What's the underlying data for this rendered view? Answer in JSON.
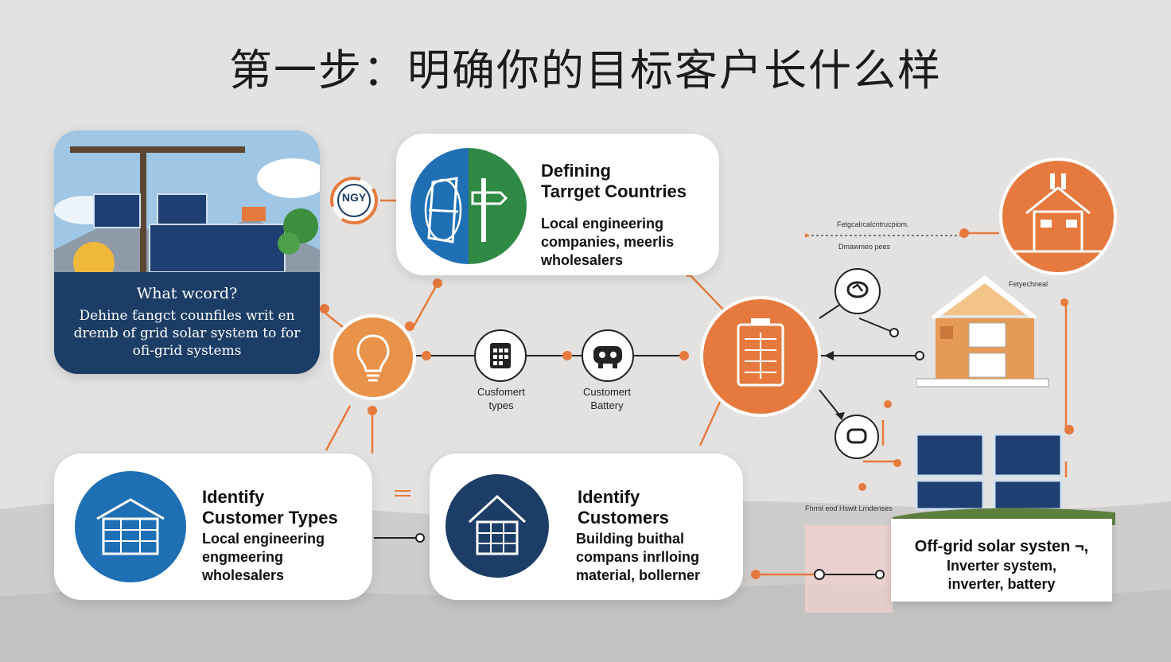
{
  "title": "第一步：明确你的目标客户长什么样",
  "photo_card": {
    "line1": "What wcord?",
    "line2": "Dehine ƭangct counfiles writ en",
    "line3": "dremb of grid solar system to for",
    "line4": "ofi-grid systems"
  },
  "badge": {
    "text": "NGY"
  },
  "card_countries": {
    "heading1": "Defining",
    "heading2": "Tarrget Countries",
    "body1": "Local engineering",
    "body2": "companies, meerlis",
    "body3": "wholesalers"
  },
  "card_customer_types": {
    "heading1": "Identify",
    "heading2": "Customer Types",
    "body1": "Local engineering",
    "body2": "engmeering",
    "body3": "wholesalers"
  },
  "card_customers": {
    "heading1": "Identify",
    "heading2": "Customers",
    "body1": "Building buithal",
    "body2": "compans inrlloing",
    "body3": "material, bollerner"
  },
  "node_labels": {
    "types_line1": "Cusfomert",
    "types_line2": "types",
    "battery_line1": "Cuѕtomert",
    "battery_line2": "Battery"
  },
  "tiny_labels": {
    "top": "Fetgcalrcalcntrucpiom.",
    "sub": "Dmawmeo pees",
    "house": "Fetyechneal",
    "panels": "Fhrml eoɗ Hswit Lrndenses"
  },
  "result": {
    "line1": "Off-grid solar systen ¬,",
    "line2": "Inverter system,",
    "line3": "inverter, battery"
  },
  "colors": {
    "orange": "#e67a3e",
    "navy": "#1c3d66",
    "blue": "#1f6fb5",
    "green": "#2f8a45",
    "background": "#e3e2e0"
  }
}
